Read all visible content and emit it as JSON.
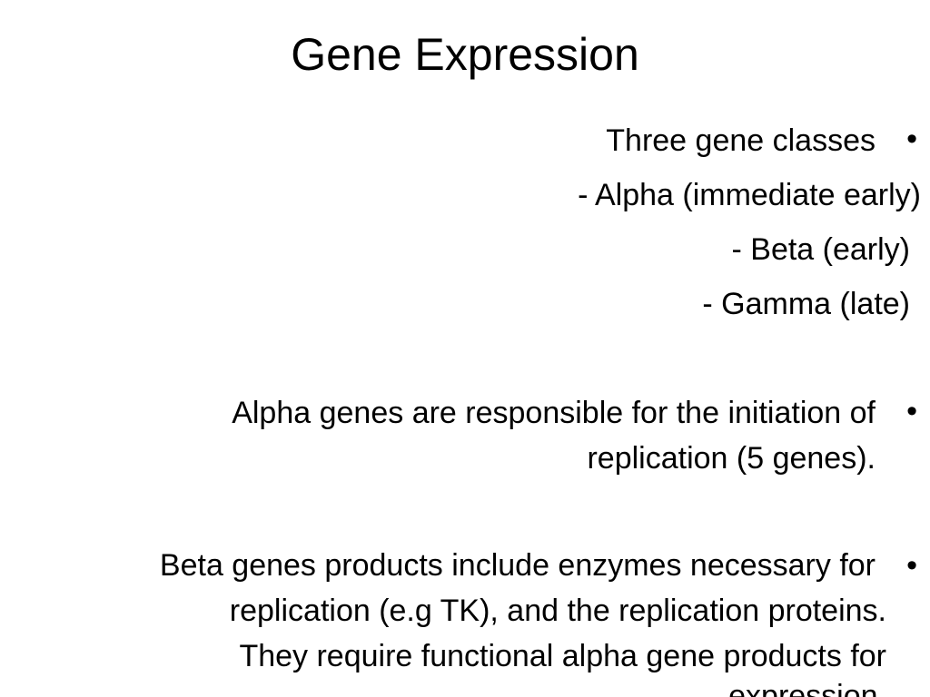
{
  "slide": {
    "title": "Gene Expression",
    "bullet_glyph": "•",
    "bullets": [
      {
        "lines": [
          "Three gene classes",
          "- Alpha (immediate early)",
          "- Beta (early)",
          "- Gamma (late)"
        ]
      },
      {
        "lines": [
          "Alpha genes are responsible for the initiation of",
          "replication (5 genes)."
        ]
      },
      {
        "lines": [
          "Beta genes products include enzymes necessary for",
          "replication (e.g TK), and the replication proteins.",
          "They require functional alpha gene products for",
          "expression."
        ]
      }
    ]
  }
}
